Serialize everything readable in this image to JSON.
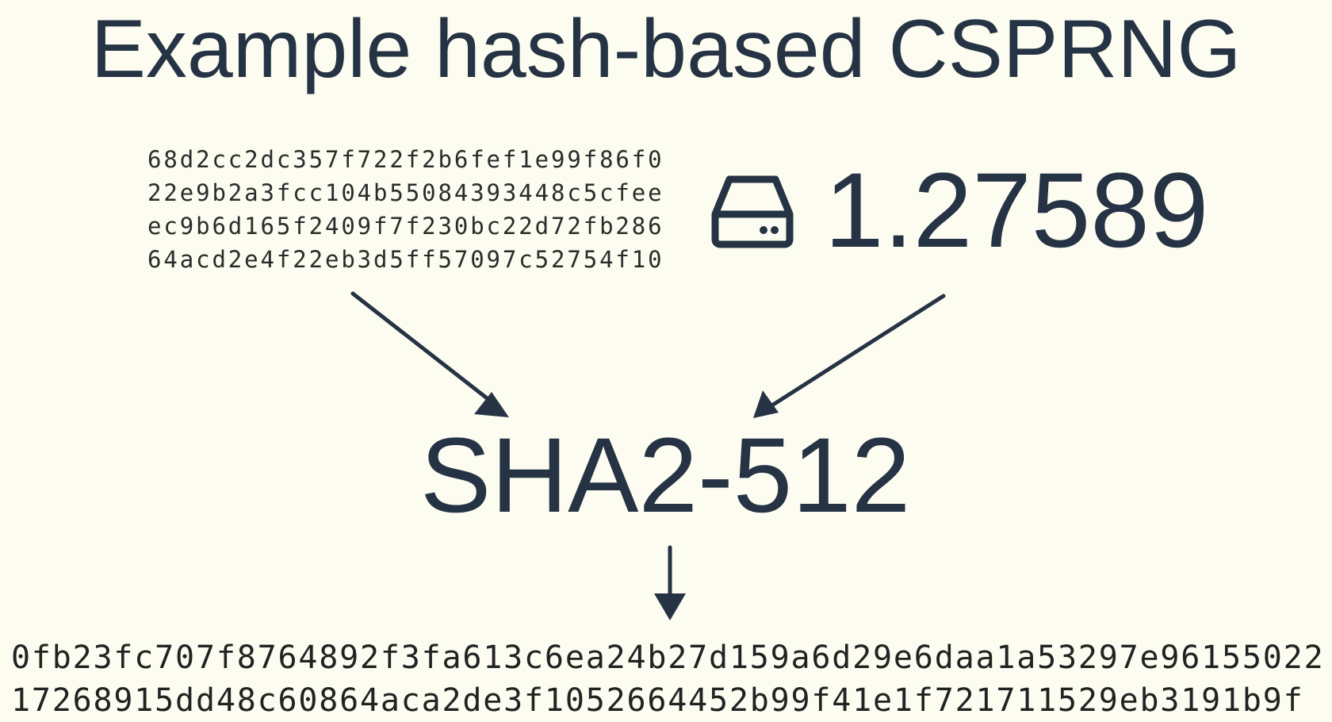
{
  "title": "Example hash-based CSPRNG",
  "seed_lines": [
    "68d2cc2dc357f722f2b6fef1e99f86f0",
    "22e9b2a3fcc104b55084393448c5cfee",
    "ec9b6d165f2409f7f230bc22d72fb286",
    "64acd2e4f22eb3d5ff57097c52754f10"
  ],
  "entropy": {
    "icon": "hard-drive-icon",
    "value": "1.27589"
  },
  "hash_function": "SHA2-512",
  "output_lines": [
    "0fb23fc707f8764892f3fa613c6ea24b27d159a6d29e6daa1a53297e96155022",
    "17268915dd48c60864aca2de3f1052664452b99f41e1f721711529eb3191b9f"
  ],
  "colors": {
    "background": "#fdfcf0",
    "ink": "#253345"
  }
}
